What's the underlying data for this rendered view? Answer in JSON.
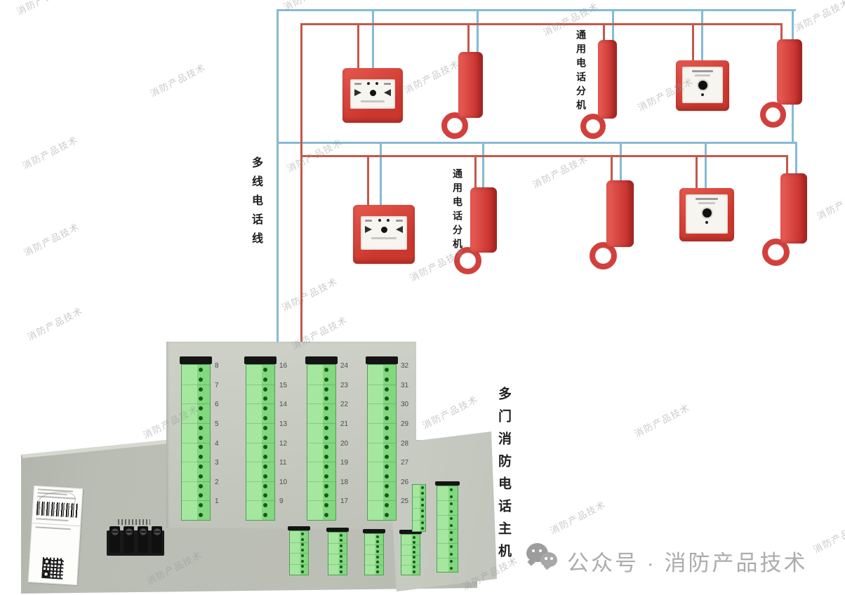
{
  "watermark": {
    "text": "消防产品技术"
  },
  "labels": {
    "multiline_phone_line": "多线电话线",
    "extension_row1": "通用电话分机",
    "extension_row2": "通用电话分机",
    "main_unit": "多门消防电话主机"
  },
  "footer": {
    "icon": "wechat-logo",
    "account_line": "公众号 · 消防产品技术"
  },
  "main_unit": {
    "terminal_groups": [
      {
        "numbers": [
          "8",
          "7",
          "6",
          "5",
          "4",
          "3",
          "2",
          "1"
        ]
      },
      {
        "numbers": [
          "16",
          "15",
          "14",
          "13",
          "12",
          "11",
          "10",
          "9"
        ]
      },
      {
        "numbers": [
          "24",
          "23",
          "22",
          "21",
          "20",
          "19",
          "18",
          "17"
        ]
      },
      {
        "numbers": [
          "32",
          "31",
          "30",
          "29",
          "28",
          "27",
          "26",
          "25"
        ]
      }
    ]
  },
  "colors": {
    "wire_blue": "#86bad4",
    "wire_red": "#c4584a",
    "device_red": "#d23a33",
    "cabinet_gray": "#babdb4",
    "terminal_green": "#8bd887",
    "footer_gray": "#acacac"
  }
}
